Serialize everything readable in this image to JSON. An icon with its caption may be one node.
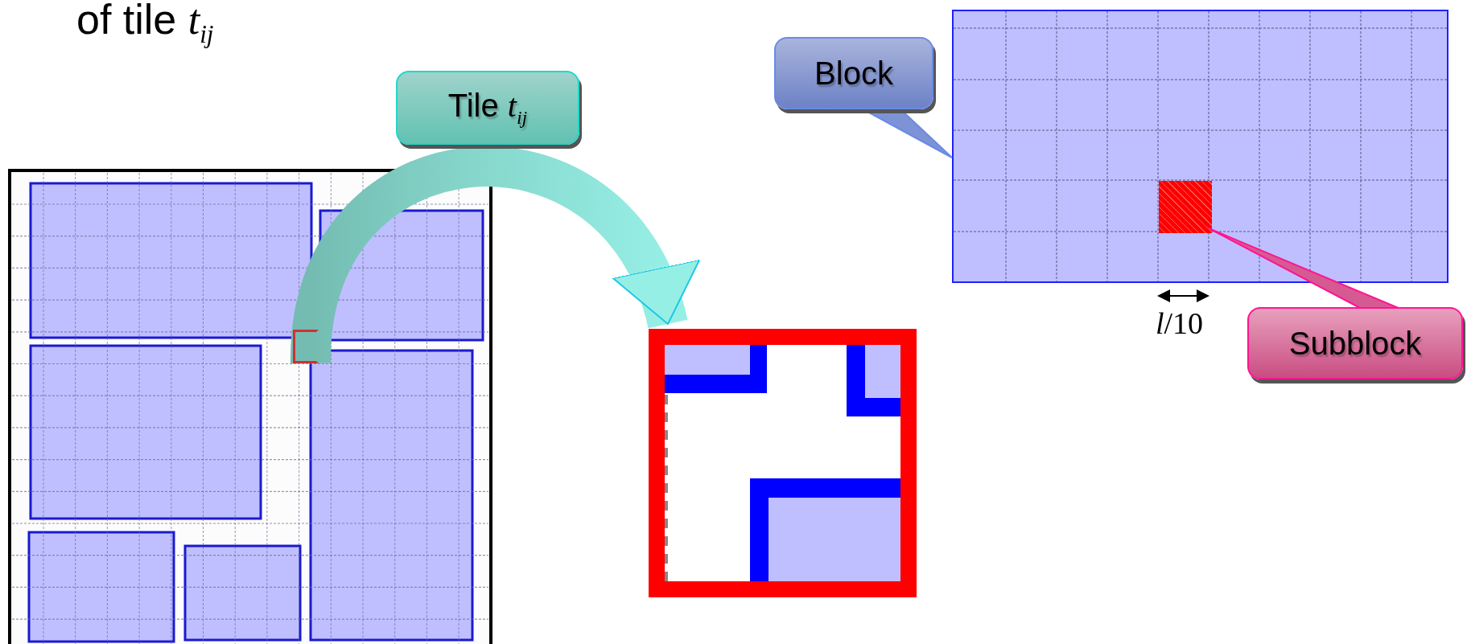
{
  "diagram": {
    "nodes": [
      {
        "text": [],
        "shape": "box"
      },
      {
        "text": [],
        "shape": "box"
      },
      {
        "text": [
          "Block"
        ]
      },
      {
        "text": [],
        "shape": "box"
      },
      {
        "text": [],
        "shape": "box",
        "in": 3
      },
      {
        "text": [
          "Subblock"
        ]
      }
    ],
    "edges": [
      {
        "from": 0,
        "to": 1,
        "arrow": "to",
        "label": "Tile *t*$_{ij}$"
      },
      {
        "from": 2,
        "to": 3,
        "arrow": "none"
      },
      {
        "from": 5,
        "to": 4,
        "arrow": "none"
      }
    ],
    "labels": [
      "of tile *t*$_{ij}$",
      "*l*/10"
    ]
  }
}
